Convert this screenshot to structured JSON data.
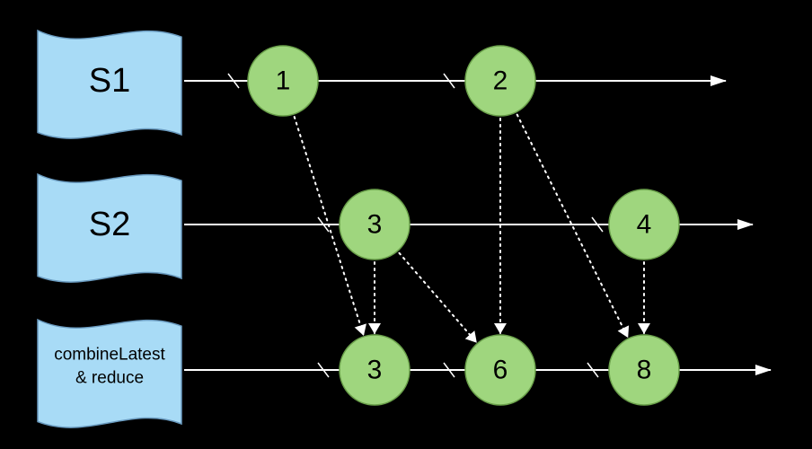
{
  "colors": {
    "background": "#000000",
    "stream_fill": "#a8dbf6",
    "stream_stroke": "#6a9bc0",
    "node_fill": "#9fd67e",
    "node_stroke": "#6aa04a",
    "line": "#ffffff"
  },
  "streams": [
    {
      "id": "s1",
      "label": "S1"
    },
    {
      "id": "s2",
      "label": "S2"
    },
    {
      "id": "out",
      "label_lines": [
        "combineLatest",
        "& reduce"
      ]
    }
  ],
  "nodes": [
    {
      "id": "s1-1",
      "stream": "s1",
      "value": "1"
    },
    {
      "id": "s1-2",
      "stream": "s1",
      "value": "2"
    },
    {
      "id": "s2-3",
      "stream": "s2",
      "value": "3"
    },
    {
      "id": "s2-4",
      "stream": "s2",
      "value": "4"
    },
    {
      "id": "out-3",
      "stream": "out",
      "value": "3"
    },
    {
      "id": "out-6",
      "stream": "out",
      "value": "6"
    },
    {
      "id": "out-8",
      "stream": "out",
      "value": "8"
    }
  ],
  "dependencies": [
    {
      "from": "s1-1",
      "to": "out-3"
    },
    {
      "from": "s2-3",
      "to": "out-3"
    },
    {
      "from": "s1-2",
      "to": "out-6"
    },
    {
      "from": "s2-3",
      "to": "out-6"
    },
    {
      "from": "s1-2",
      "to": "out-8"
    },
    {
      "from": "s2-4",
      "to": "out-8"
    }
  ]
}
